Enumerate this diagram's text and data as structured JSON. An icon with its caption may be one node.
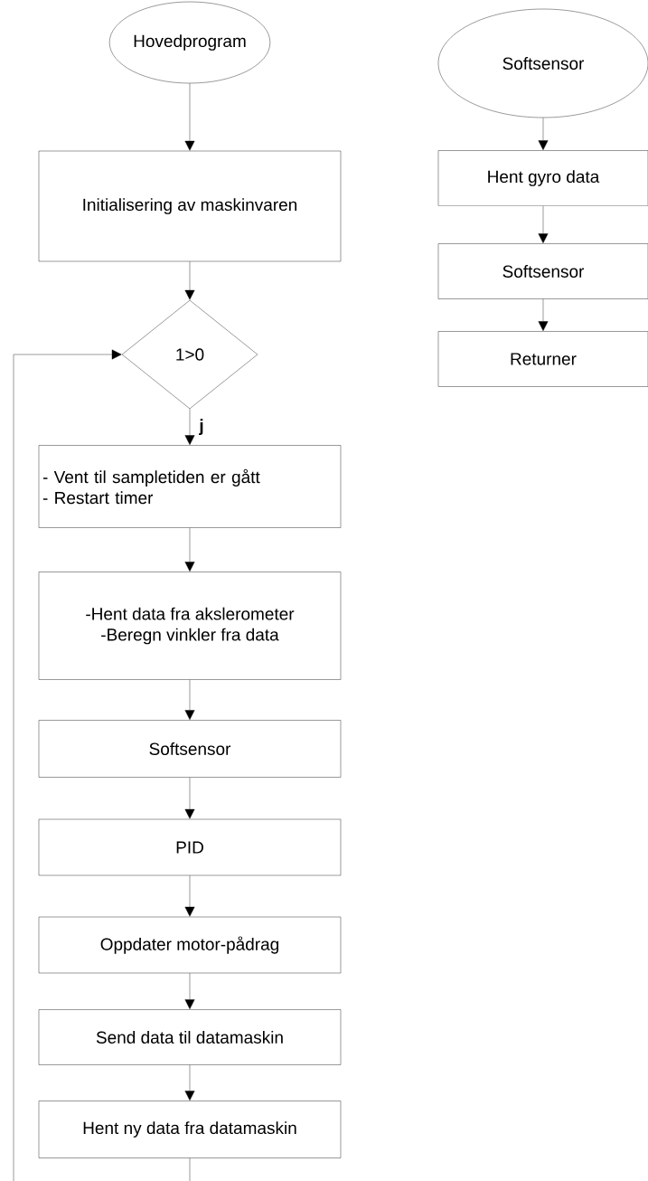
{
  "diagram": {
    "nodes": [
      {
        "text": [
          "Hovedprogram"
        ]
      },
      {
        "text": [
          "Initialisering av maskinvaren"
        ]
      },
      {
        "text": [
          "1>0"
        ]
      },
      {
        "text": [
          "- Vent til sampletiden er gått",
          "- Restart timer"
        ]
      },
      {
        "text": [
          "-Hent data fra akslerometer",
          "-Beregn vinkler fra data"
        ]
      },
      {
        "text": [
          "Softsensor"
        ]
      },
      {
        "text": [
          "PID"
        ]
      },
      {
        "text": [
          "Oppdater motor-pådrag"
        ]
      },
      {
        "text": [
          "Send data til datamaskin"
        ]
      },
      {
        "text": [
          "Hent ny data fra datamaskin"
        ]
      },
      {
        "text": [
          "Softsensor"
        ]
      },
      {
        "text": [
          "Hent gyro data"
        ]
      },
      {
        "text": [
          "Softsensor"
        ]
      },
      {
        "text": [
          "Returner"
        ]
      }
    ],
    "edges": [
      {
        "from": 0,
        "to": 1,
        "arrow": "to"
      },
      {
        "from": 1,
        "to": 2,
        "arrow": "to"
      },
      {
        "from": 2,
        "to": 3,
        "arrow": "to",
        "label": "j"
      },
      {
        "from": 3,
        "to": 4,
        "arrow": "to"
      },
      {
        "from": 4,
        "to": 5,
        "arrow": "to"
      },
      {
        "from": 5,
        "to": 6,
        "arrow": "to"
      },
      {
        "from": 6,
        "to": 7,
        "arrow": "to"
      },
      {
        "from": 7,
        "to": 8,
        "arrow": "to"
      },
      {
        "from": 8,
        "to": 9,
        "arrow": "to"
      },
      {
        "from": 9,
        "to": 2,
        "arrow": "to"
      },
      {
        "from": 10,
        "to": 11,
        "arrow": "to"
      },
      {
        "from": 11,
        "to": 12,
        "arrow": "to"
      },
      {
        "from": 12,
        "to": 13,
        "arrow": "to"
      }
    ]
  }
}
